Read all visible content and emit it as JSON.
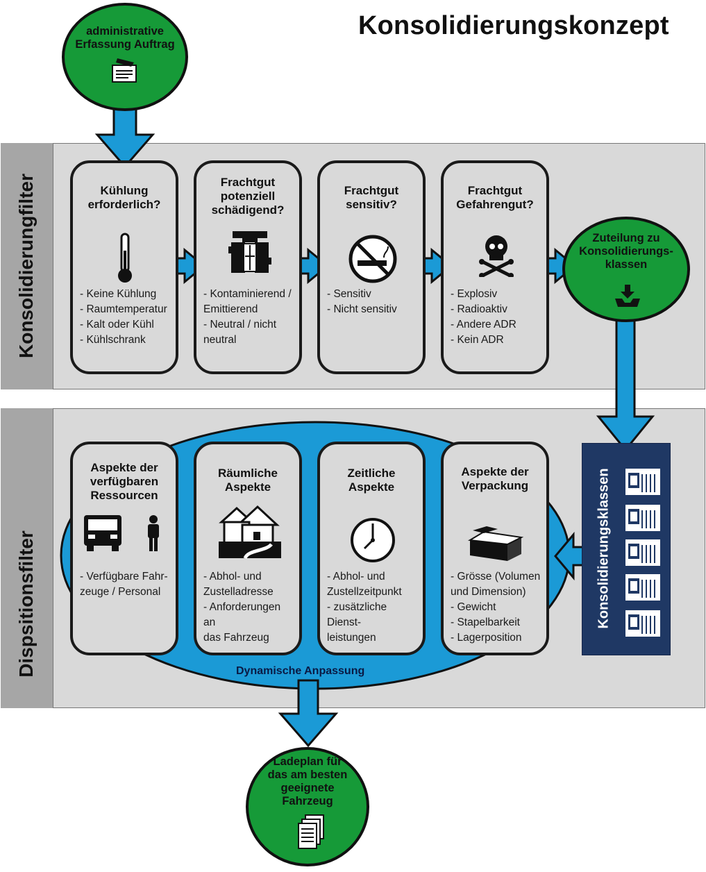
{
  "title": "Konsolidierungskonzept",
  "start": {
    "text": "administrative\nErfassung Auftrag",
    "icon": "document-stamp-icon"
  },
  "bands": {
    "konsolidierung": "Konsolidierungfilter",
    "disposition": "Dispsitionsfilter"
  },
  "konsolidierung_cards": [
    {
      "title": "Kühlung\nerforderlich?",
      "icon": "thermometer-icon",
      "items": [
        "- Keine Kühlung",
        "- Raumtemperatur",
        "- Kalt oder Kühl",
        "- Kühlschrank"
      ]
    },
    {
      "title": "Frachtgut\npotenziell\nschädigend?",
      "icon": "damaged-package-icon",
      "items": [
        "- Kontaminierend /\nEmittierend",
        "- Neutral / nicht\nneutral"
      ]
    },
    {
      "title": "Frachtgut\nsensitiv?",
      "icon": "no-smoking-icon",
      "items": [
        "- Sensitiv",
        "- Nicht sensitiv"
      ]
    },
    {
      "title": "Frachtgut\nGefahrengut?",
      "icon": "skull-crossbones-icon",
      "items": [
        "- Explosiv",
        "- Radioaktiv",
        "- Andere ADR",
        "- Kein ADR"
      ]
    }
  ],
  "zuteilung": {
    "text": "Zuteilung zu\nKonsolidierungs-\nklassen",
    "icon": "inbox-download-icon"
  },
  "klassen": {
    "label": "Konsolidierungsklassen",
    "icon": "class-document-icon",
    "doc_count": 5
  },
  "dispositions_cards": [
    {
      "title": "Aspekte der\nverfügbaren\nRessourcen",
      "icon": "truck-person-icon",
      "items": [
        "- Verfügbare Fahr-\nzeuge / Personal"
      ]
    },
    {
      "title": "Räumliche\nAspekte",
      "icon": "houses-road-icon",
      "items": [
        "- Abhol- und\nZustelladresse",
        "- Anforderungen an\ndas Fahrzeug"
      ]
    },
    {
      "title": "Zeitliche\nAspekte",
      "icon": "clock-icon",
      "items": [
        "- Abhol- und\nZustellzeitpunkt",
        "- zusätzliche Dienst-\nleistungen"
      ]
    },
    {
      "title": "Aspekte der\nVerpackung",
      "icon": "open-box-icon",
      "items": [
        "- Grösse (Volumen\nund Dimension)",
        "- Gewicht",
        "- Stapelbarkeit",
        "- Lagerposition"
      ]
    }
  ],
  "dynamic_label": "Dynamische Anpassung",
  "end": {
    "text": "Ladeplan für\ndas am besten\ngeeignete\nFahrzeug",
    "icon": "documents-stack-icon"
  },
  "colors": {
    "arrow_blue": "#1b9ad6",
    "ellipse_blue": "#1b9ad6",
    "node_green": "#169a38",
    "panel_navy": "#1f3864",
    "band_grey": "#d9d9d9",
    "tab_grey": "#a6a6a6"
  }
}
